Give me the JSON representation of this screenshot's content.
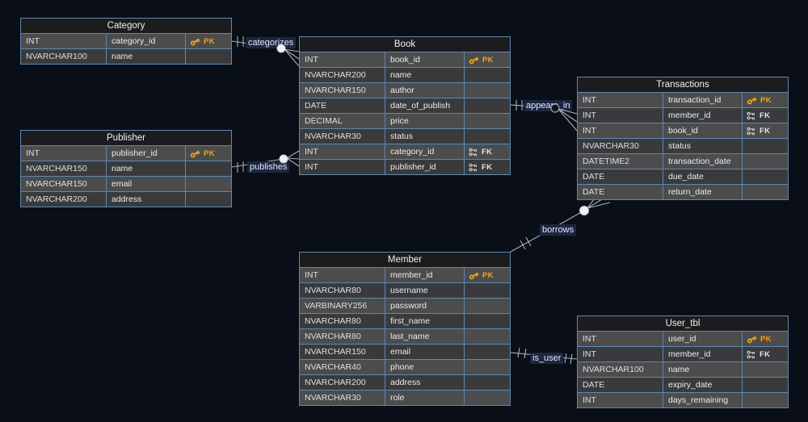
{
  "diagram": {
    "type": "entity-relationship-diagram",
    "colors": {
      "background": "#0a0e17",
      "table_border": "#5d88b4",
      "header_bg": "#1c1c1e",
      "row_light": "#4c4c4c",
      "row_dark": "#3a3a3c",
      "pk_accent": "#f0a11c",
      "fk_accent": "#e3e6ea",
      "line": "#a9afb8",
      "label_bg": "#1b2742"
    }
  },
  "tables": {
    "category": {
      "title": "Category",
      "rows": [
        {
          "type": "INT",
          "name": "category_id",
          "key": "PK"
        },
        {
          "type": "NVARCHAR100",
          "name": "name",
          "key": ""
        }
      ]
    },
    "book": {
      "title": "Book",
      "rows": [
        {
          "type": "INT",
          "name": "book_id",
          "key": "PK"
        },
        {
          "type": "NVARCHAR200",
          "name": "name",
          "key": ""
        },
        {
          "type": "NVARCHAR150",
          "name": "author",
          "key": ""
        },
        {
          "type": "DATE",
          "name": "date_of_publish",
          "key": ""
        },
        {
          "type": "DECIMAL",
          "name": "price",
          "key": ""
        },
        {
          "type": "NVARCHAR30",
          "name": "status",
          "key": ""
        },
        {
          "type": "INT",
          "name": "category_id",
          "key": "FK"
        },
        {
          "type": "INT",
          "name": "publisher_id",
          "key": "FK"
        }
      ]
    },
    "publisher": {
      "title": "Publisher",
      "rows": [
        {
          "type": "INT",
          "name": "publisher_id",
          "key": "PK"
        },
        {
          "type": "NVARCHAR150",
          "name": "name",
          "key": ""
        },
        {
          "type": "NVARCHAR150",
          "name": "email",
          "key": ""
        },
        {
          "type": "NVARCHAR200",
          "name": "address",
          "key": ""
        }
      ]
    },
    "transactions": {
      "title": "Transactions",
      "rows": [
        {
          "type": "INT",
          "name": "transaction_id",
          "key": "PK"
        },
        {
          "type": "INT",
          "name": "member_id",
          "key": "FK"
        },
        {
          "type": "INT",
          "name": "book_id",
          "key": "FK"
        },
        {
          "type": "NVARCHAR30",
          "name": "status",
          "key": ""
        },
        {
          "type": "DATETIME2",
          "name": "transaction_date",
          "key": ""
        },
        {
          "type": "DATE",
          "name": "due_date",
          "key": ""
        },
        {
          "type": "DATE",
          "name": "return_date",
          "key": ""
        }
      ]
    },
    "member": {
      "title": "Member",
      "rows": [
        {
          "type": "INT",
          "name": "member_id",
          "key": "PK"
        },
        {
          "type": "NVARCHAR80",
          "name": "username",
          "key": ""
        },
        {
          "type": "VARBINARY256",
          "name": "password",
          "key": ""
        },
        {
          "type": "NVARCHAR80",
          "name": "first_name",
          "key": ""
        },
        {
          "type": "NVARCHAR80",
          "name": "last_name",
          "key": ""
        },
        {
          "type": "NVARCHAR150",
          "name": "email",
          "key": ""
        },
        {
          "type": "NVARCHAR40",
          "name": "phone",
          "key": ""
        },
        {
          "type": "NVARCHAR200",
          "name": "address",
          "key": ""
        },
        {
          "type": "NVARCHAR30",
          "name": "role",
          "key": ""
        }
      ]
    },
    "user_tbl": {
      "title": "User_tbl",
      "rows": [
        {
          "type": "INT",
          "name": "user_id",
          "key": "PK"
        },
        {
          "type": "INT",
          "name": "member_id",
          "key": "FK"
        },
        {
          "type": "NVARCHAR100",
          "name": "name",
          "key": ""
        },
        {
          "type": "DATE",
          "name": "expiry_date",
          "key": ""
        },
        {
          "type": "INT",
          "name": "days_remaining",
          "key": ""
        }
      ]
    }
  },
  "relationships": {
    "categorizes": {
      "label": "categorizes",
      "from": "Category",
      "to": "Book",
      "from_cardinality": "exactly-one",
      "to_cardinality": "zero-or-many"
    },
    "publishes": {
      "label": "publishes",
      "from": "Publisher",
      "to": "Book",
      "from_cardinality": "exactly-one",
      "to_cardinality": "zero-or-many"
    },
    "appears_in": {
      "label": "appears_in",
      "from": "Book",
      "to": "Transactions",
      "from_cardinality": "exactly-one",
      "to_cardinality": "zero-or-many"
    },
    "borrows": {
      "label": "borrows",
      "from": "Member",
      "to": "Transactions",
      "from_cardinality": "exactly-one",
      "to_cardinality": "zero-or-many"
    },
    "is_user": {
      "label": "is_user",
      "from": "Member",
      "to": "User_tbl",
      "from_cardinality": "exactly-one",
      "to_cardinality": "exactly-one"
    }
  }
}
